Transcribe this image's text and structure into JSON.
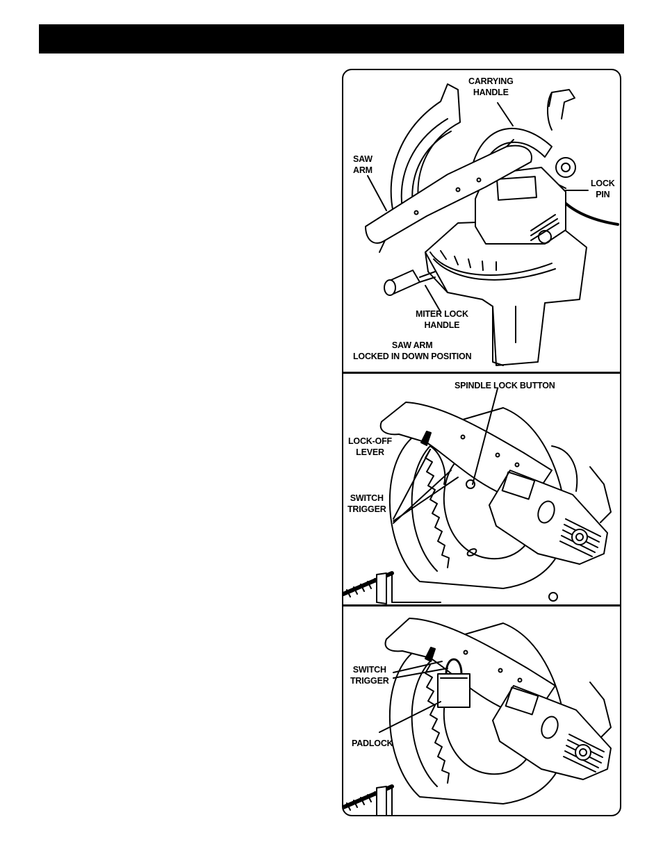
{
  "figure1": {
    "carrying_handle": "CARRYING\nHANDLE",
    "saw_arm": "SAW\nARM",
    "lock_pin": "LOCK\nPIN",
    "miter_lock_handle": "MITER LOCK\nHANDLE",
    "caption": "SAW ARM\nLOCKED IN DOWN POSITION"
  },
  "figure2": {
    "spindle_lock_button": "SPINDLE LOCK BUTTON",
    "lock_off_lever": "LOCK-OFF\nLEVER",
    "switch_trigger": "SWITCH\nTRIGGER"
  },
  "figure3": {
    "switch_trigger": "SWITCH\nTRIGGER",
    "padlock": "PADLOCK"
  }
}
